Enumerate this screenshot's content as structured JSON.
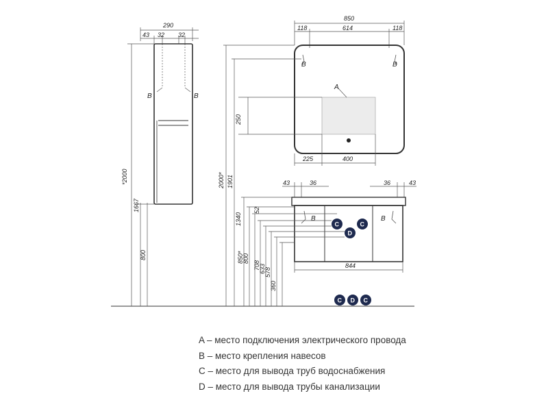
{
  "colors": {
    "line": "#333333",
    "thin": "#555555",
    "badge": "#1e2a4f",
    "text": "#333333"
  },
  "cabinet": {
    "top_labels": {
      "overall": "290",
      "left": "43",
      "mid1": "32",
      "mid2": "32"
    },
    "hinge_left": "B",
    "hinge_right": "B",
    "height_labels": {
      "h2000": "*2000",
      "h1667": "1667",
      "h800": "800"
    }
  },
  "mirror": {
    "top_labels": {
      "overall": "850",
      "left": "118",
      "center": "614",
      "right": "118"
    },
    "marker_a": "A",
    "bottom_labels": {
      "left": "225",
      "right": "400"
    },
    "height_label": "250"
  },
  "vanity": {
    "top_labels": {
      "l43": "43",
      "l36": "36",
      "r36": "36",
      "r43": "43"
    },
    "hinge_left": "B",
    "hinge_right": "B",
    "bottom_label": "844",
    "badges": {
      "c_left": "C",
      "d_center": "D",
      "c_right": "C"
    }
  },
  "heights": {
    "h2000": "2000*",
    "h1901": "1901",
    "h1340": "1340",
    "h52": "52",
    "h850": "850*",
    "h800": "800",
    "h708": "708",
    "h633": "633",
    "h578": "578",
    "h360": "360"
  },
  "floor_badges": {
    "c1": "C",
    "d": "D",
    "c2": "C"
  },
  "legend": [
    "A – место подключения электрического провода",
    "B – место крепления навесов",
    "C – место для вывода труб водоснабжения",
    "D – место для вывода трубы канализации"
  ]
}
